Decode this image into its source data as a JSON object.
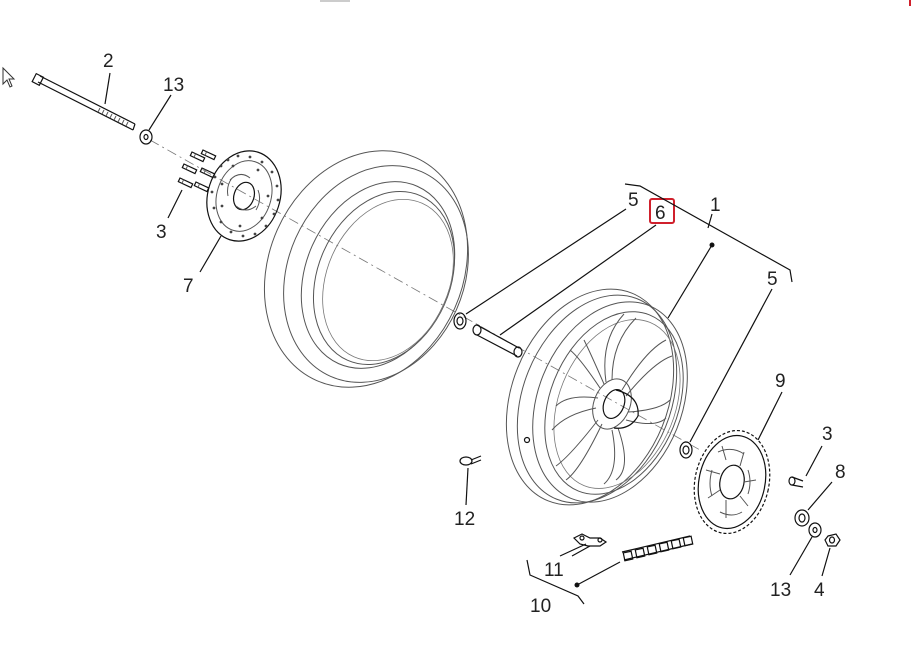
{
  "diagram": {
    "callouts": {
      "axle": "2",
      "washer_top": "13",
      "bolts_left": "3",
      "brake_disc": "7",
      "bearing_top": "5",
      "spacer": "6",
      "wheel_assembly": "1",
      "bearing_right": "5",
      "sprocket": "9",
      "bolt_right": "3",
      "nut_flange": "8",
      "washer_bottom": "13",
      "nut": "4",
      "valve": "12",
      "chain_clip": "11",
      "chain": "10"
    },
    "highlighted_callout": "6",
    "highlight_color": "#d0202c"
  }
}
